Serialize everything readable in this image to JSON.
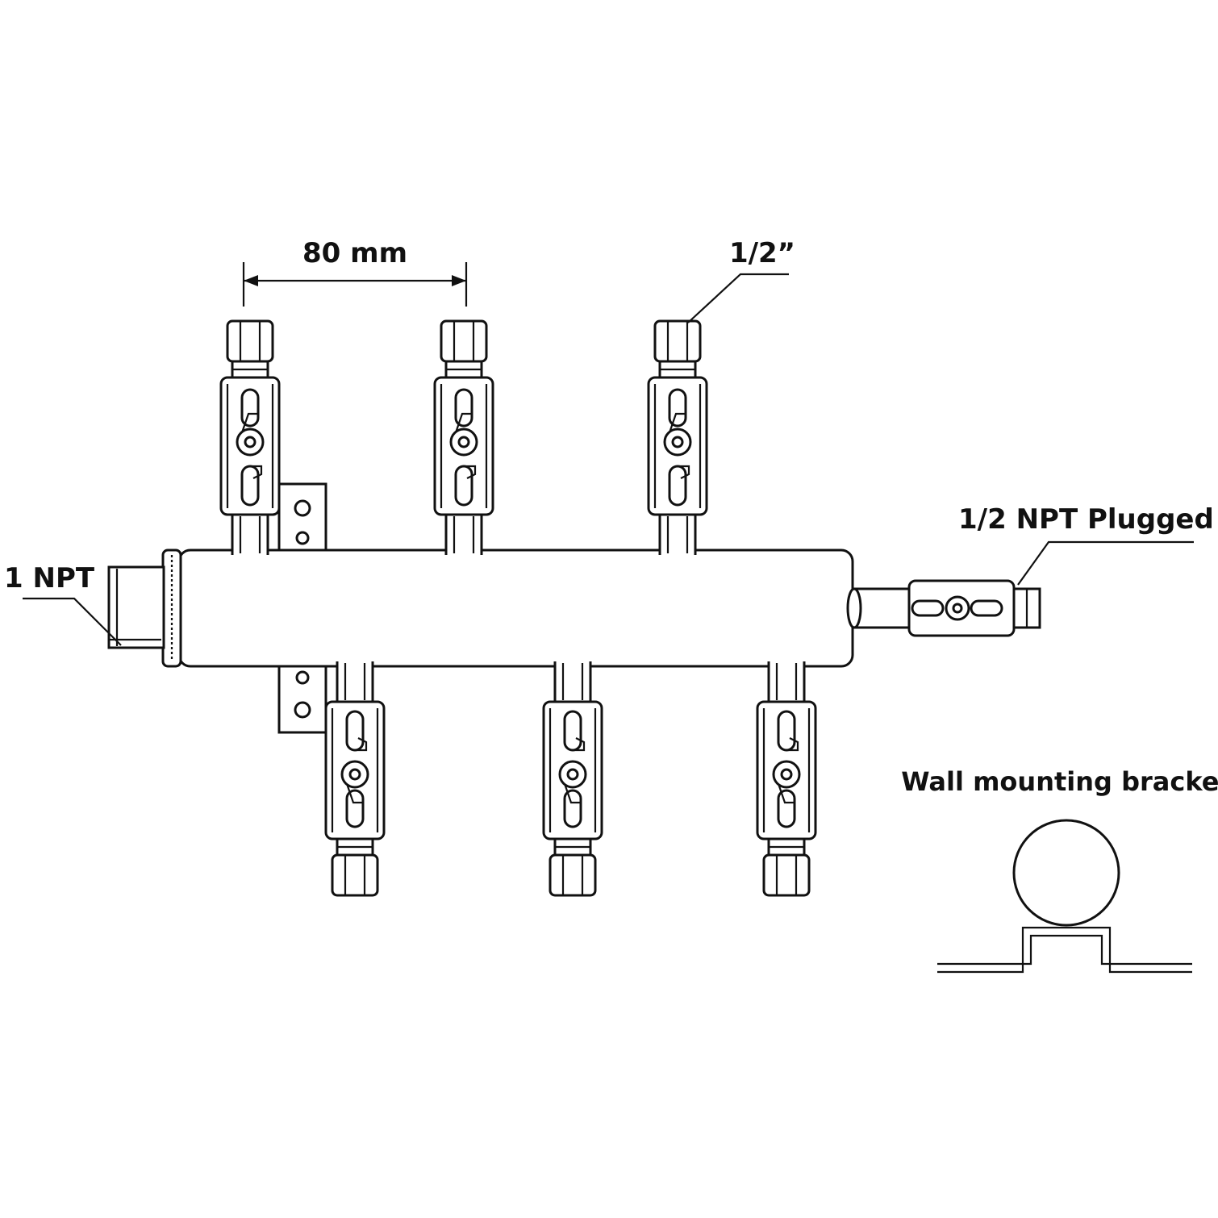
{
  "labels": {
    "spacing": "80 mm",
    "outlet_size": "1/2”",
    "inlet": "1 NPT",
    "end_port": "1/2 NPT Plugged",
    "bracket": "Wall mounting bracket"
  },
  "manifold": {
    "top_outlets": 3,
    "bottom_outlets": 3
  },
  "colors": {
    "line": "#111111",
    "background": "#ffffff"
  }
}
